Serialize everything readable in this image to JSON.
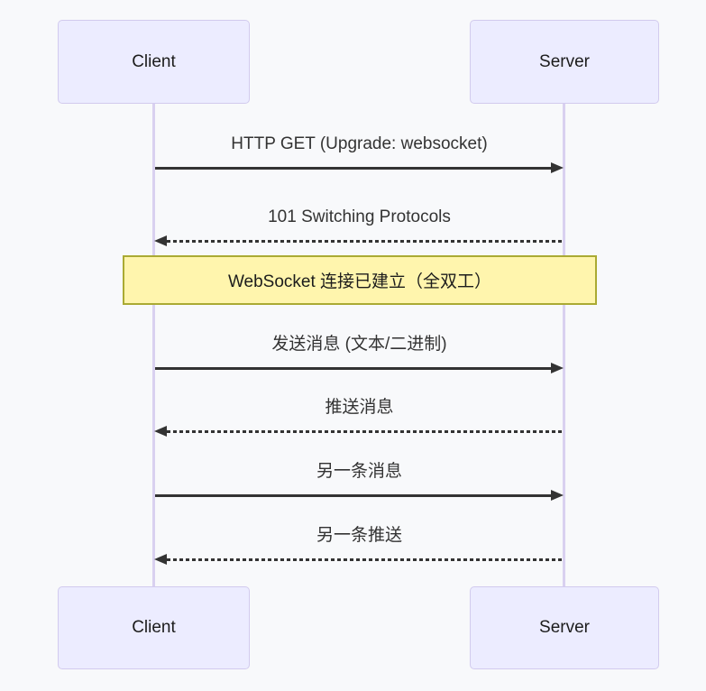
{
  "diagram": {
    "type": "sequence",
    "actors": {
      "client": {
        "label": "Client"
      },
      "server": {
        "label": "Server"
      }
    },
    "messages": [
      {
        "from": "client",
        "to": "server",
        "line": "solid",
        "label": "HTTP GET (Upgrade: websocket)"
      },
      {
        "from": "server",
        "to": "client",
        "line": "dashed",
        "label": "101 Switching Protocols"
      },
      {
        "from": "client",
        "to": "server",
        "line": "solid",
        "label": "发送消息 (文本/二进制)"
      },
      {
        "from": "server",
        "to": "client",
        "line": "dashed",
        "label": "推送消息"
      },
      {
        "from": "client",
        "to": "server",
        "line": "solid",
        "label": "另一条消息"
      },
      {
        "from": "server",
        "to": "client",
        "line": "dashed",
        "label": "另一条推送"
      }
    ],
    "note": {
      "position": "over client,server",
      "label": "WebSocket 连接已建立（全双工）"
    },
    "colors": {
      "background": "#f8f9fb",
      "actor_fill": "#ececff",
      "actor_border": "#d2cbee",
      "lifeline": "#d9d1f0",
      "message": "#333333",
      "note_fill": "#fff5ad",
      "note_border": "#aaaa33"
    }
  }
}
